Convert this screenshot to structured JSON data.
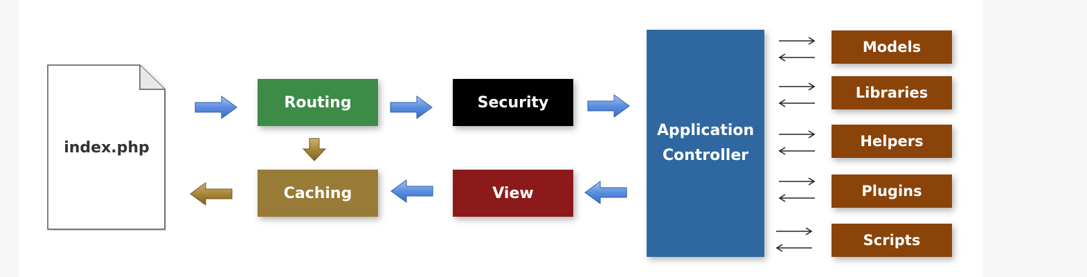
{
  "entry": {
    "label": "index.php"
  },
  "nodes": {
    "routing": "Routing",
    "security": "Security",
    "caching": "Caching",
    "view": "View",
    "controller": "Application\nController"
  },
  "resources": [
    "Models",
    "Libraries",
    "Helpers",
    "Plugins",
    "Scripts"
  ],
  "colors": {
    "routing": "#3d8b47",
    "security": "#000000",
    "caching": "#977b37",
    "view": "#8c1a1a",
    "controller": "#2f67a0",
    "resource": "#8a4308",
    "arrow_blue": "#5b8ee0",
    "arrow_gold": "#a88638"
  }
}
